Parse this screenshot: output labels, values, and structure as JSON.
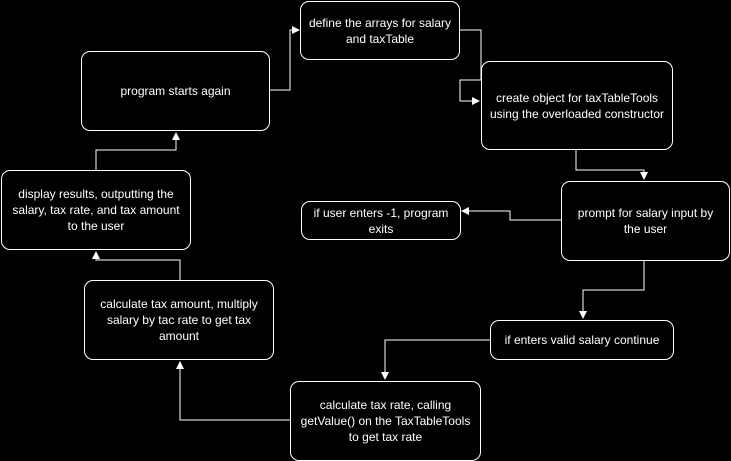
{
  "diagram": {
    "nodes": [
      {
        "id": "define-arrays",
        "label": "define the arrays for salary and taxTable"
      },
      {
        "id": "create-object",
        "label": "create object for taxTableTools using the overloaded constructor"
      },
      {
        "id": "prompt-salary",
        "label": "prompt for salary input by the user"
      },
      {
        "id": "user-exit",
        "label": "if user enters -1, program exits"
      },
      {
        "id": "valid-salary",
        "label": "if enters valid salary continue"
      },
      {
        "id": "calc-tax-rate",
        "label": "calculate tax rate, calling getValue() on the TaxTableTools to get tax rate"
      },
      {
        "id": "calc-tax-amount",
        "label": "calculate tax amount, multiply salary by tac rate to get tax amount"
      },
      {
        "id": "display-results",
        "label": "display results, outputting the salary, tax rate, and tax amount to the user"
      },
      {
        "id": "program-restart",
        "label": "program starts again"
      }
    ],
    "edges": [
      {
        "from": "define-arrays",
        "to": "create-object"
      },
      {
        "from": "create-object",
        "to": "prompt-salary"
      },
      {
        "from": "prompt-salary",
        "to": "user-exit"
      },
      {
        "from": "prompt-salary",
        "to": "valid-salary"
      },
      {
        "from": "valid-salary",
        "to": "calc-tax-rate"
      },
      {
        "from": "calc-tax-rate",
        "to": "calc-tax-amount"
      },
      {
        "from": "calc-tax-amount",
        "to": "display-results"
      },
      {
        "from": "display-results",
        "to": "program-restart"
      },
      {
        "from": "program-restart",
        "to": "define-arrays"
      }
    ],
    "colors": {
      "background": "#000000",
      "stroke": "#ffffff",
      "text": "#ffffff"
    }
  }
}
